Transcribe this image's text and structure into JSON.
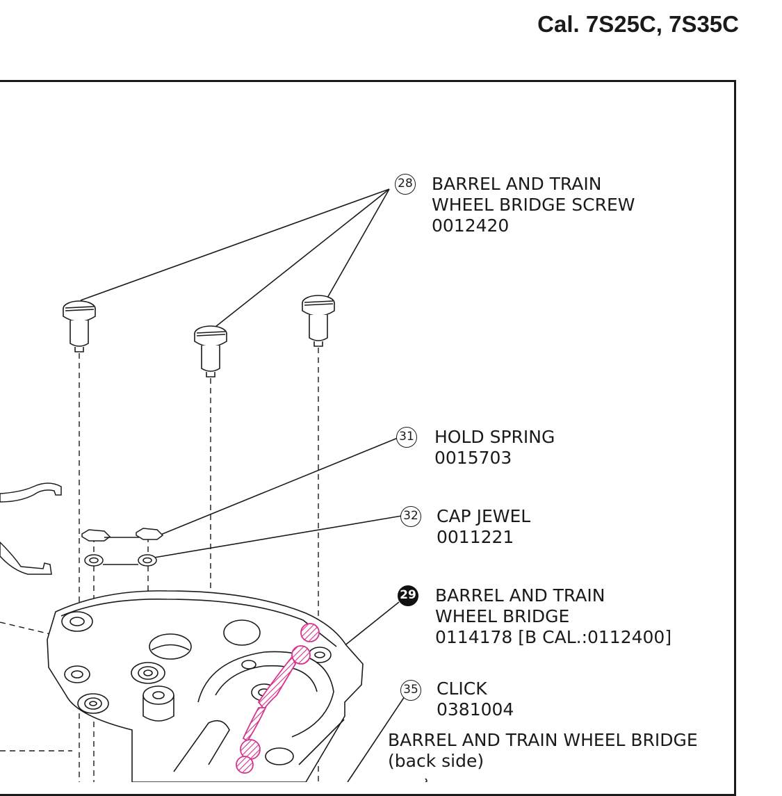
{
  "title": "Cal. 7S25C, 7S35C",
  "colors": {
    "line": "#1a1a1a",
    "hatch_highlight": "#d6338c",
    "filled_badge": "#111111"
  },
  "callouts": [
    {
      "id": "screw",
      "number": "28",
      "filled": false,
      "lines": [
        "BARREL AND TRAIN",
        "WHEEL BRIDGE SCREW",
        "0012420"
      ]
    },
    {
      "id": "hold-spring",
      "number": "31",
      "filled": false,
      "lines": [
        "HOLD SPRING",
        "0015703"
      ]
    },
    {
      "id": "cap-jewel",
      "number": "32",
      "filled": false,
      "lines": [
        "CAP JEWEL",
        "0011221"
      ]
    },
    {
      "id": "bridge",
      "number": "29",
      "filled": true,
      "lines": [
        "BARREL AND TRAIN",
        "WHEEL BRIDGE",
        "0114178 [B CAL.:0112400]"
      ]
    },
    {
      "id": "click",
      "number": "35",
      "filled": false,
      "lines": [
        "CLICK",
        "0381004"
      ]
    }
  ],
  "back_side_label": [
    "BARREL AND TRAIN WHEEL BRIDGE",
    "(back side)"
  ]
}
